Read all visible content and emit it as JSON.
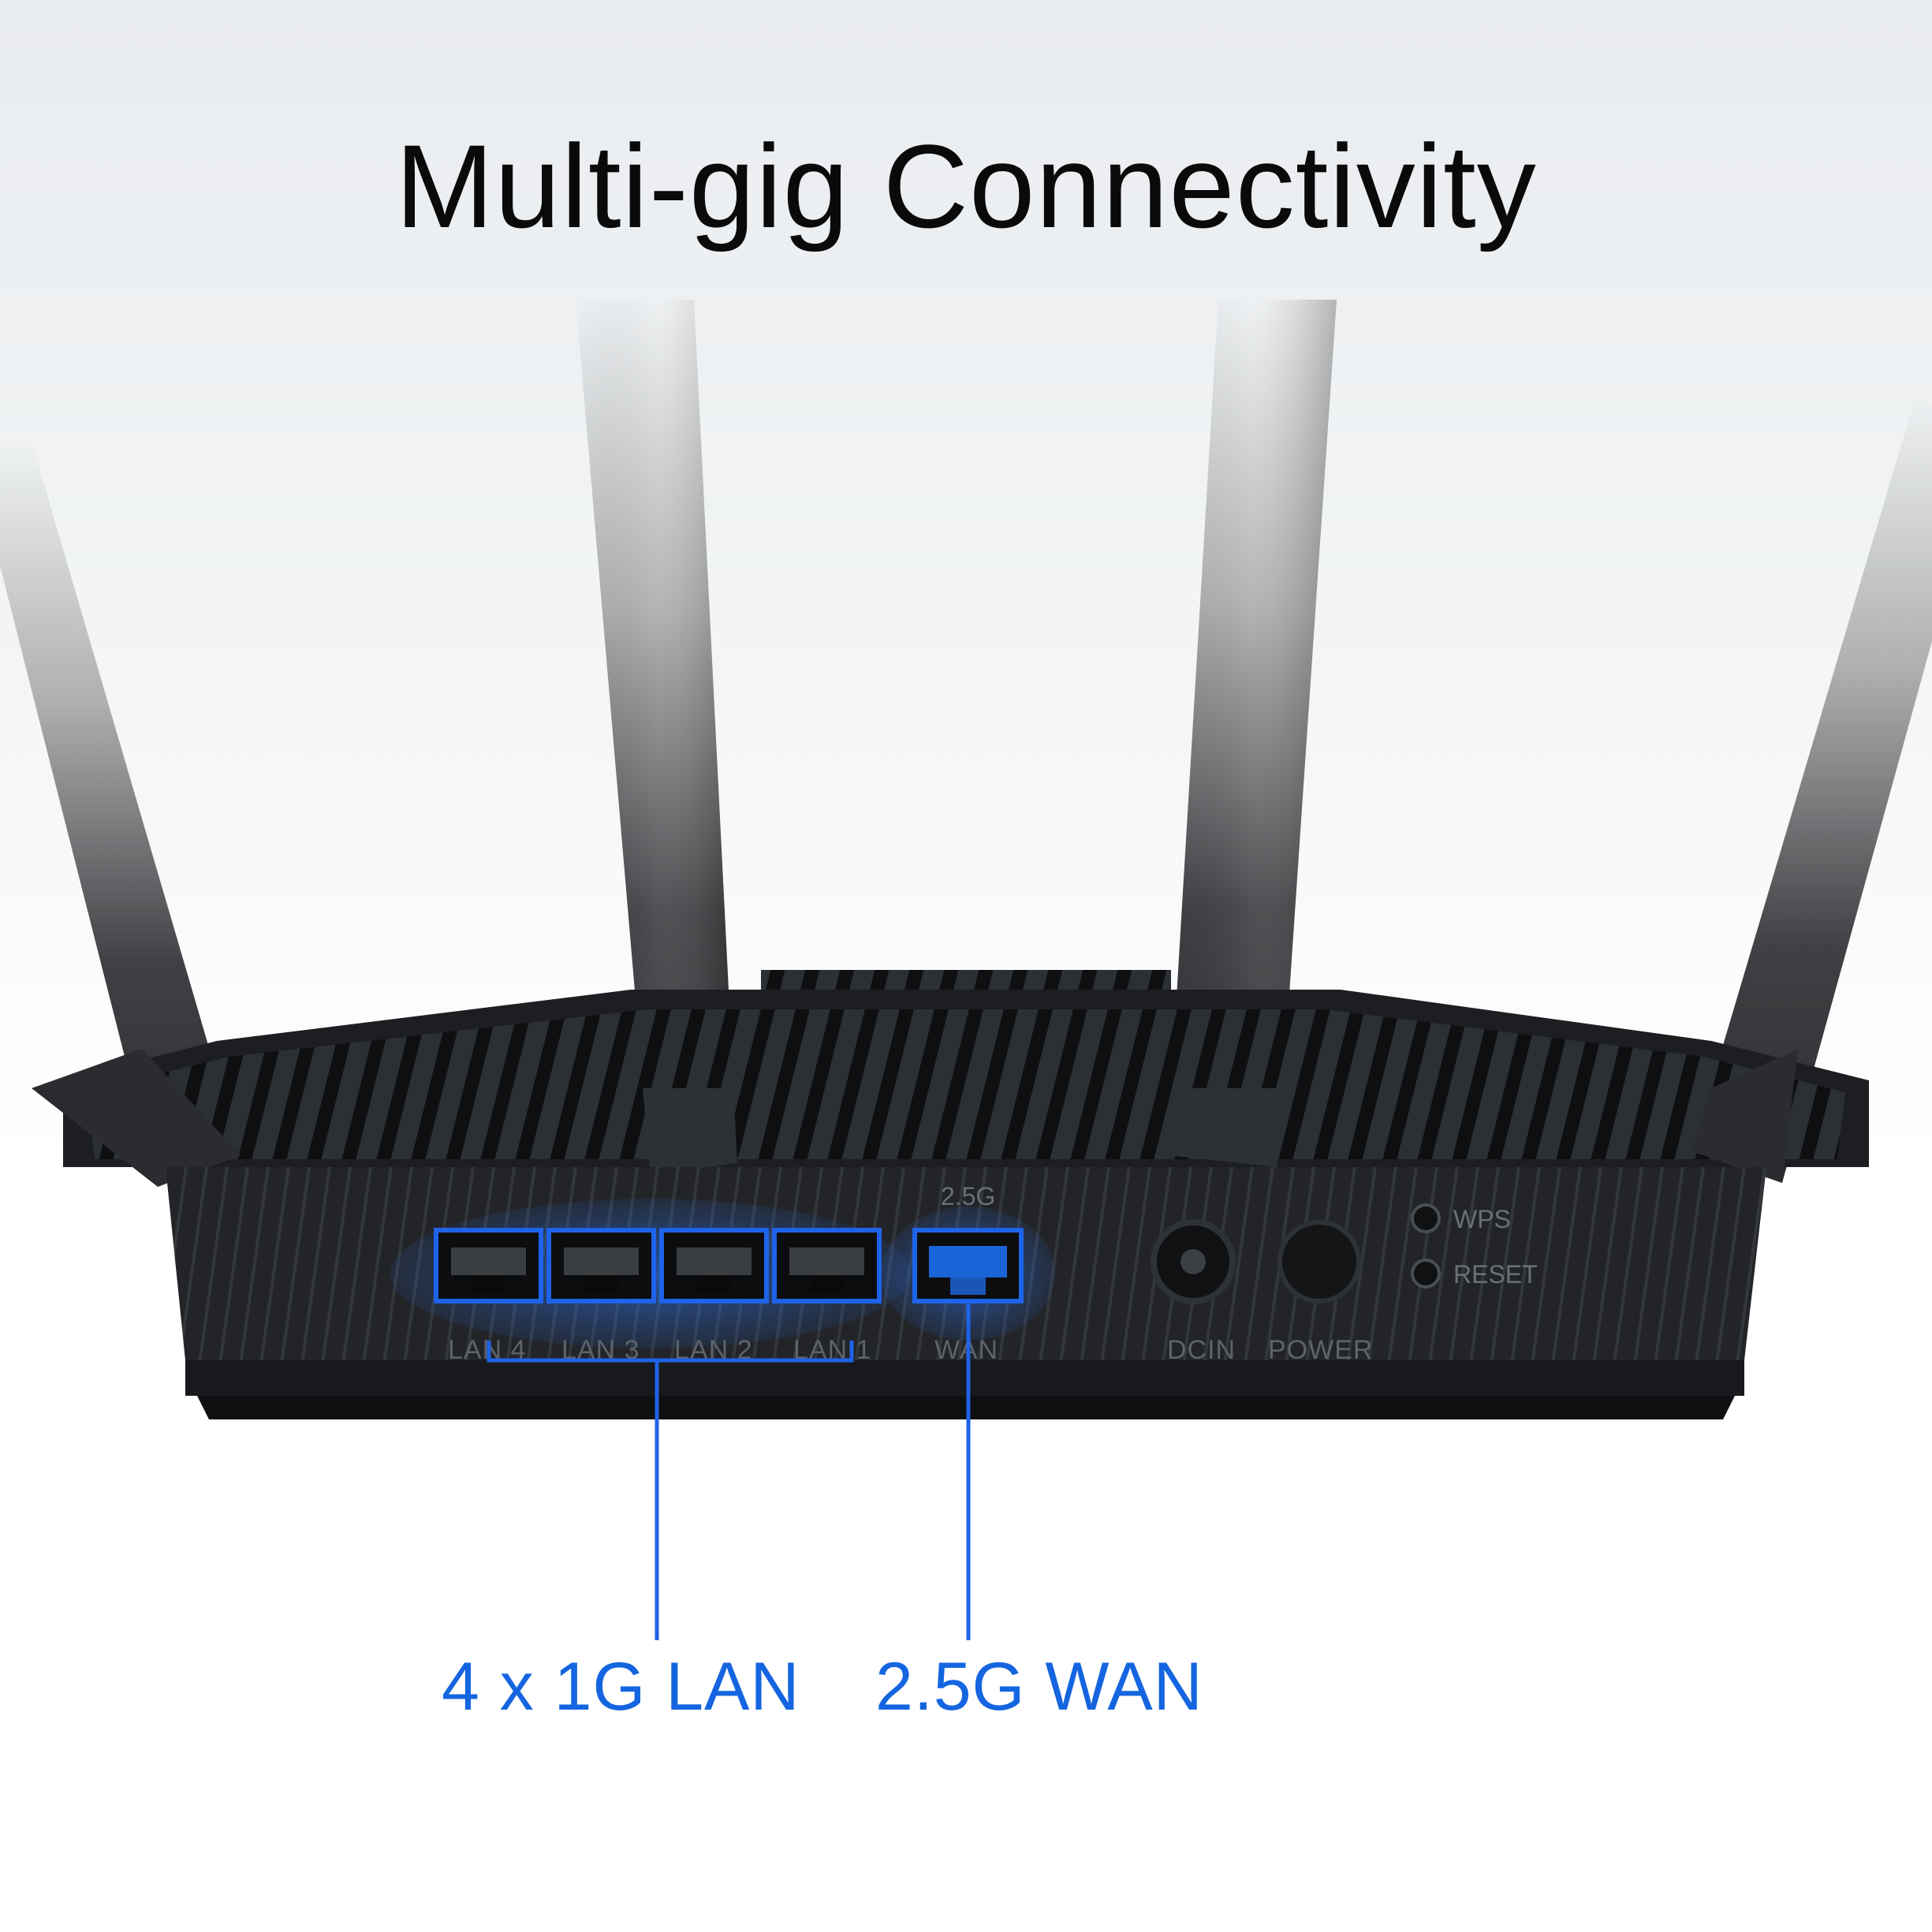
{
  "headline": "Multi-gig Connectivity",
  "ports": {
    "lan4": "LAN 4",
    "lan3": "LAN 3",
    "lan2": "LAN 2",
    "lan1": "LAN 1",
    "wan": "WAN",
    "wan_speed": "2.5G",
    "dcin": "DCIN",
    "power": "POWER",
    "wps": "WPS",
    "reset": "RESET"
  },
  "callouts": {
    "lan": "4 x 1G LAN",
    "wan": "2.5G WAN"
  },
  "colors": {
    "accent": "#1565e0",
    "body": "#1b1d20"
  }
}
